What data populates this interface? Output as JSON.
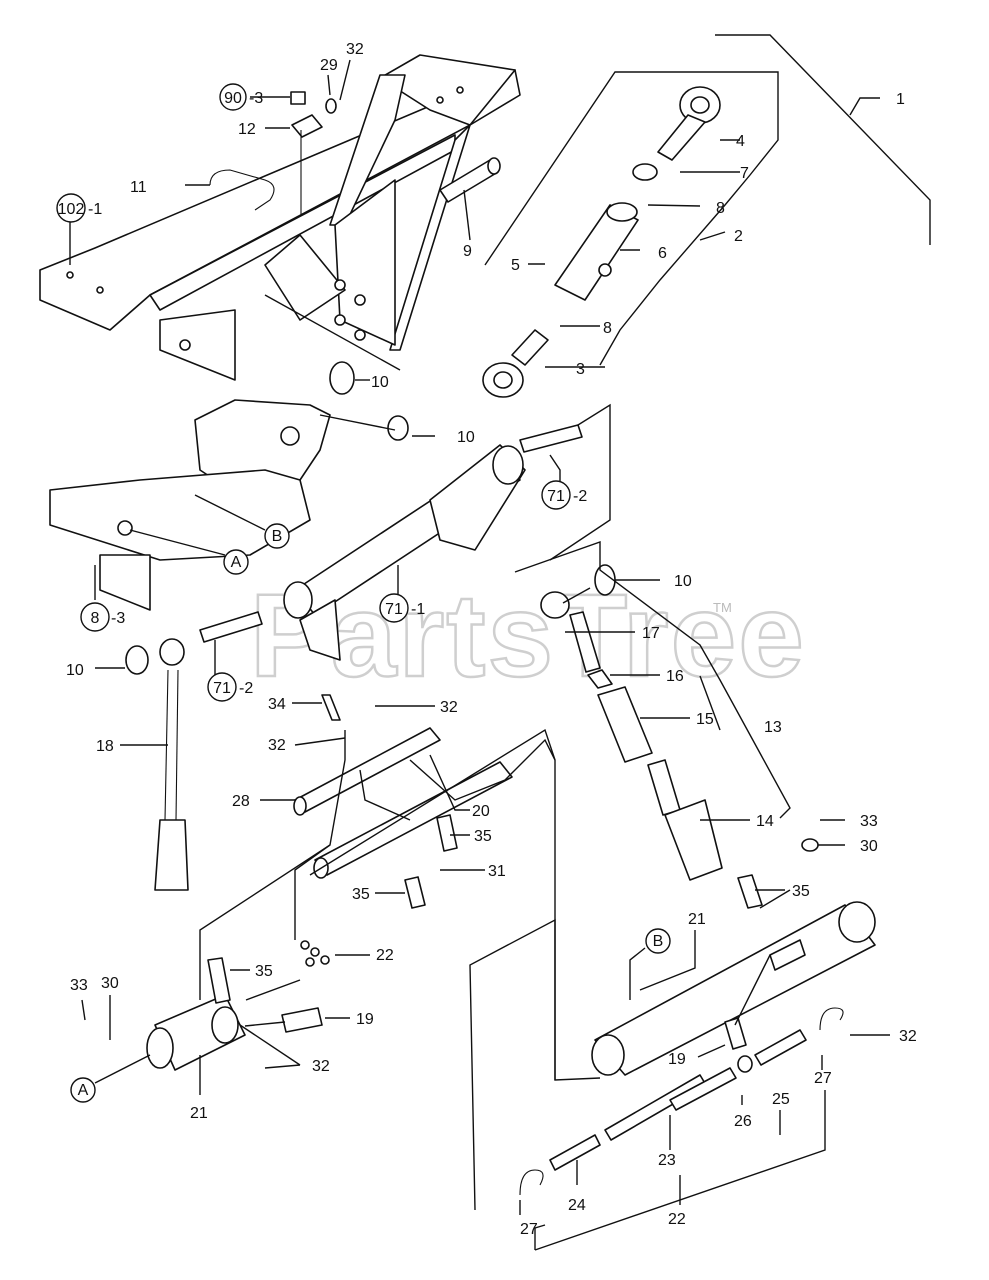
{
  "watermark": {
    "text": "PartsTree",
    "trademark": "TM"
  },
  "callouts": [
    {
      "id": "c1",
      "text": "1"
    },
    {
      "id": "c2",
      "text": "2"
    },
    {
      "id": "c3",
      "text": "3"
    },
    {
      "id": "c4",
      "text": "4"
    },
    {
      "id": "c5",
      "text": "5"
    },
    {
      "id": "c6",
      "text": "6"
    },
    {
      "id": "c7",
      "text": "7"
    },
    {
      "id": "c8a",
      "text": "8"
    },
    {
      "id": "c8b",
      "text": "8"
    },
    {
      "id": "c9",
      "text": "9"
    },
    {
      "id": "c10a",
      "text": "10"
    },
    {
      "id": "c10b",
      "text": "10"
    },
    {
      "id": "c10c",
      "text": "10"
    },
    {
      "id": "c10d",
      "text": "10"
    },
    {
      "id": "c11",
      "text": "11"
    },
    {
      "id": "c12",
      "text": "12"
    },
    {
      "id": "c13",
      "text": "13"
    },
    {
      "id": "c14",
      "text": "14"
    },
    {
      "id": "c15",
      "text": "15"
    },
    {
      "id": "c16",
      "text": "16"
    },
    {
      "id": "c17",
      "text": "17"
    },
    {
      "id": "c18",
      "text": "18"
    },
    {
      "id": "c19a",
      "text": "19"
    },
    {
      "id": "c19b",
      "text": "19"
    },
    {
      "id": "c20",
      "text": "20"
    },
    {
      "id": "c21a",
      "text": "21"
    },
    {
      "id": "c21b",
      "text": "21"
    },
    {
      "id": "c22a",
      "text": "22"
    },
    {
      "id": "c22b",
      "text": "22"
    },
    {
      "id": "c23",
      "text": "23"
    },
    {
      "id": "c24",
      "text": "24"
    },
    {
      "id": "c25",
      "text": "25"
    },
    {
      "id": "c26",
      "text": "26"
    },
    {
      "id": "c27a",
      "text": "27"
    },
    {
      "id": "c27b",
      "text": "27"
    },
    {
      "id": "c28",
      "text": "28"
    },
    {
      "id": "c29",
      "text": "29"
    },
    {
      "id": "c30a",
      "text": "30"
    },
    {
      "id": "c30b",
      "text": "30"
    },
    {
      "id": "c31",
      "text": "31"
    },
    {
      "id": "c32a",
      "text": "32"
    },
    {
      "id": "c32b",
      "text": "32"
    },
    {
      "id": "c32c",
      "text": "32"
    },
    {
      "id": "c32d",
      "text": "32"
    },
    {
      "id": "c32e",
      "text": "32"
    },
    {
      "id": "c33a",
      "text": "33"
    },
    {
      "id": "c33b",
      "text": "33"
    },
    {
      "id": "c34",
      "text": "34"
    },
    {
      "id": "c35a",
      "text": "35"
    },
    {
      "id": "c35b",
      "text": "35"
    },
    {
      "id": "c35c",
      "text": "35"
    },
    {
      "id": "c35d",
      "text": "35"
    }
  ],
  "group_refs": [
    {
      "id": "g90",
      "circle": "90",
      "suffix": "-3"
    },
    {
      "id": "g102",
      "circle": "102",
      "suffix": "-1"
    },
    {
      "id": "g71a",
      "circle": "71",
      "suffix": "-2"
    },
    {
      "id": "g71b",
      "circle": "71",
      "suffix": "-1"
    },
    {
      "id": "g71c",
      "circle": "71",
      "suffix": "-2"
    },
    {
      "id": "g8",
      "circle": "8",
      "suffix": "-3"
    }
  ],
  "ref_letters": [
    {
      "id": "rA1",
      "text": "A"
    },
    {
      "id": "rB1",
      "text": "B"
    },
    {
      "id": "rA2",
      "text": "A"
    },
    {
      "id": "rB2",
      "text": "B"
    }
  ]
}
